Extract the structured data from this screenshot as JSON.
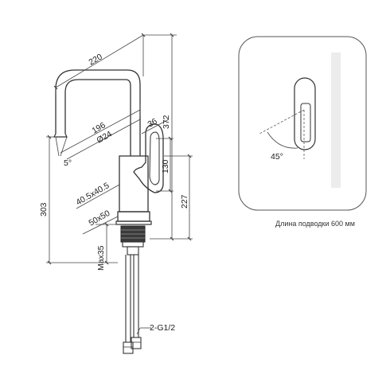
{
  "dimensions": {
    "spout_reach": "220",
    "spout_center": "196",
    "pipe_diameter": "Ø24",
    "spout_tip_angle": "5°",
    "base_section": "40.5x40.5",
    "lower_base": "50x50",
    "handle_depth": "36",
    "total_height": "372",
    "handle_height": "130",
    "body_height": "227",
    "spout_height": "303",
    "max_thickness": "Max35",
    "connection": "2-G1/2"
  },
  "detail": {
    "rotation_angle": "45°",
    "hose_length_note": "Длина подводки 600 мм"
  }
}
